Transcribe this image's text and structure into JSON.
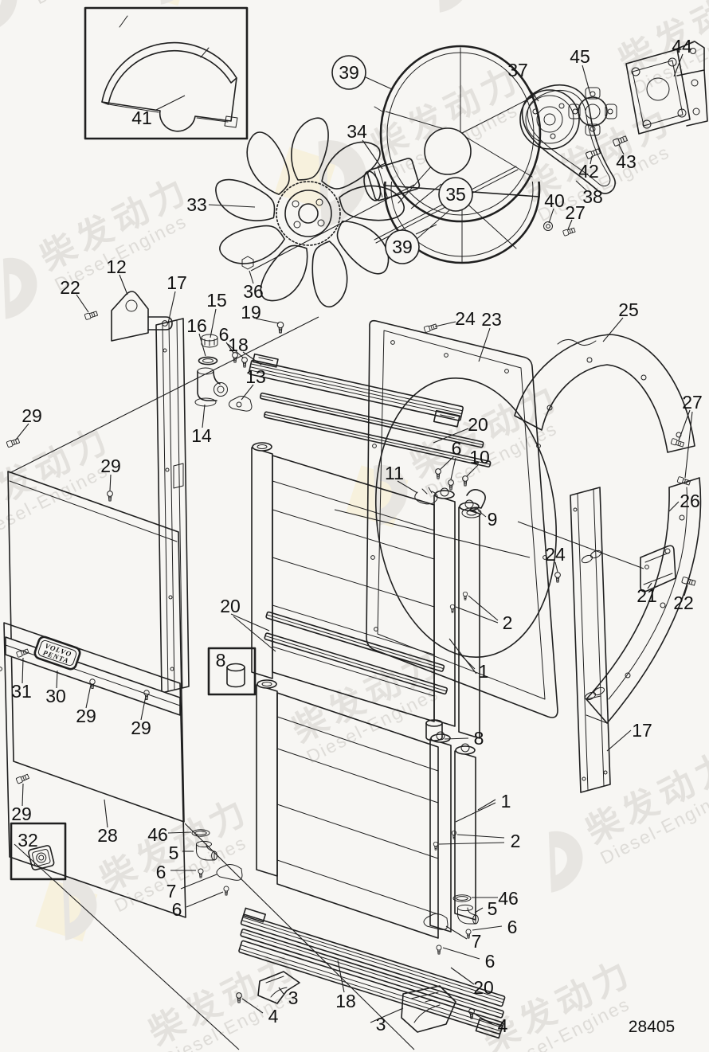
{
  "document": {
    "figure_number": "28405"
  },
  "brand_badge": {
    "line1": "VOLVO",
    "line2": "PENTA"
  },
  "watermark": {
    "cn": "柴发动力",
    "en": "Diesel-Engines"
  },
  "callouts": [
    {
      "n": "41",
      "circled": false
    },
    {
      "n": "39",
      "circled": true
    },
    {
      "n": "33",
      "circled": false
    },
    {
      "n": "34",
      "circled": false
    },
    {
      "n": "35",
      "circled": true
    },
    {
      "n": "39",
      "circled": true
    },
    {
      "n": "36",
      "circled": false
    },
    {
      "n": "37",
      "circled": false
    },
    {
      "n": "45",
      "circled": false
    },
    {
      "n": "44",
      "circled": false
    },
    {
      "n": "42",
      "circled": false
    },
    {
      "n": "43",
      "circled": false
    },
    {
      "n": "38",
      "circled": false
    },
    {
      "n": "40",
      "circled": false
    },
    {
      "n": "27",
      "circled": false
    },
    {
      "n": "22",
      "circled": false
    },
    {
      "n": "12",
      "circled": false
    },
    {
      "n": "17",
      "circled": false
    },
    {
      "n": "15",
      "circled": false
    },
    {
      "n": "16",
      "circled": false
    },
    {
      "n": "6",
      "circled": false
    },
    {
      "n": "19",
      "circled": false
    },
    {
      "n": "18",
      "circled": false
    },
    {
      "n": "13",
      "circled": false
    },
    {
      "n": "14",
      "circled": false
    },
    {
      "n": "24",
      "circled": false
    },
    {
      "n": "23",
      "circled": false
    },
    {
      "n": "25",
      "circled": false
    },
    {
      "n": "29",
      "circled": false
    },
    {
      "n": "29",
      "circled": false
    },
    {
      "n": "20",
      "circled": false
    },
    {
      "n": "11",
      "circled": false
    },
    {
      "n": "6",
      "circled": false
    },
    {
      "n": "10",
      "circled": false
    },
    {
      "n": "9",
      "circled": false
    },
    {
      "n": "2",
      "circled": false
    },
    {
      "n": "1",
      "circled": false
    },
    {
      "n": "27",
      "circled": false
    },
    {
      "n": "26",
      "circled": false
    },
    {
      "n": "24",
      "circled": false
    },
    {
      "n": "21",
      "circled": false
    },
    {
      "n": "22",
      "circled": false
    },
    {
      "n": "17",
      "circled": false
    },
    {
      "n": "31",
      "circled": false
    },
    {
      "n": "30",
      "circled": false
    },
    {
      "n": "29",
      "circled": false
    },
    {
      "n": "29",
      "circled": false
    },
    {
      "n": "20",
      "circled": false
    },
    {
      "n": "8",
      "circled": false
    },
    {
      "n": "29",
      "circled": false
    },
    {
      "n": "32",
      "circled": false
    },
    {
      "n": "28",
      "circled": false
    },
    {
      "n": "46",
      "circled": false
    },
    {
      "n": "5",
      "circled": false
    },
    {
      "n": "6",
      "circled": false
    },
    {
      "n": "7",
      "circled": false
    },
    {
      "n": "6",
      "circled": false
    },
    {
      "n": "8",
      "circled": false
    },
    {
      "n": "1",
      "circled": false
    },
    {
      "n": "2",
      "circled": false
    },
    {
      "n": "46",
      "circled": false
    },
    {
      "n": "5",
      "circled": false
    },
    {
      "n": "6",
      "circled": false
    },
    {
      "n": "7",
      "circled": false
    },
    {
      "n": "6",
      "circled": false
    },
    {
      "n": "20",
      "circled": false
    },
    {
      "n": "18",
      "circled": false
    },
    {
      "n": "3",
      "circled": false
    },
    {
      "n": "4",
      "circled": false
    },
    {
      "n": "3",
      "circled": false
    },
    {
      "n": "4",
      "circled": false
    }
  ]
}
